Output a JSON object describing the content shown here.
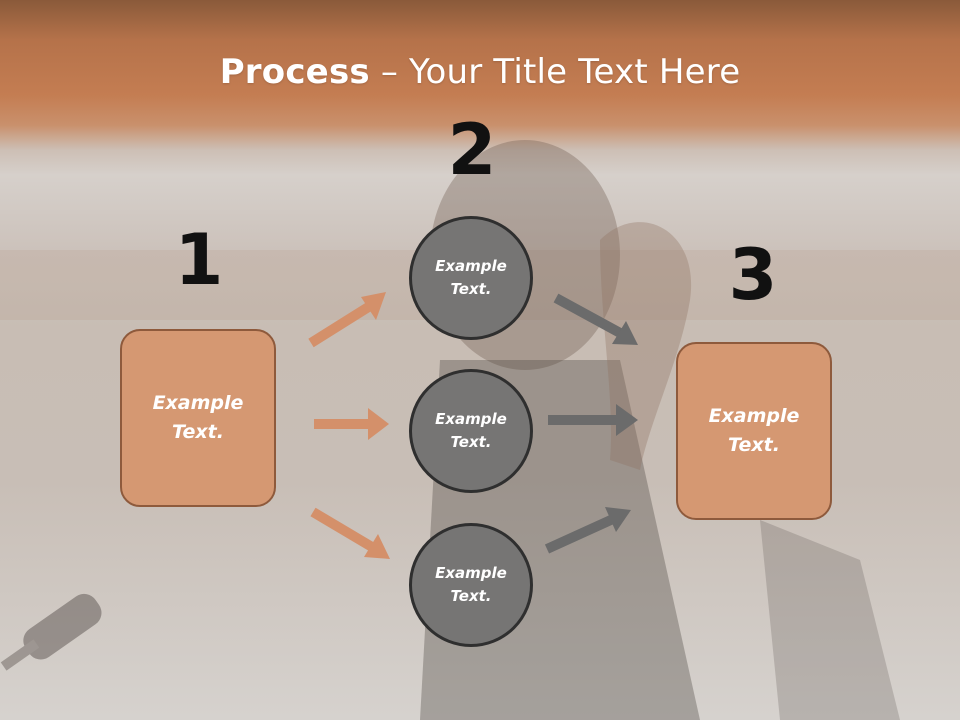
{
  "slide": {
    "title_bold": "Process",
    "title_rest": " – Your Title Text Here",
    "step_numbers": [
      "1",
      "2",
      "3"
    ],
    "box_left_text": "Example\nText.",
    "box_right_text": "Example\nText.",
    "circles": [
      {
        "text": "Example\nText."
      },
      {
        "text": "Example\nText."
      },
      {
        "text": "Example\nText."
      }
    ]
  },
  "colors": {
    "accent_orange": "#d59872",
    "arrow_orange": "#d4906a",
    "circle_gray": "#767574",
    "arrow_gray": "#6b6b6b"
  }
}
